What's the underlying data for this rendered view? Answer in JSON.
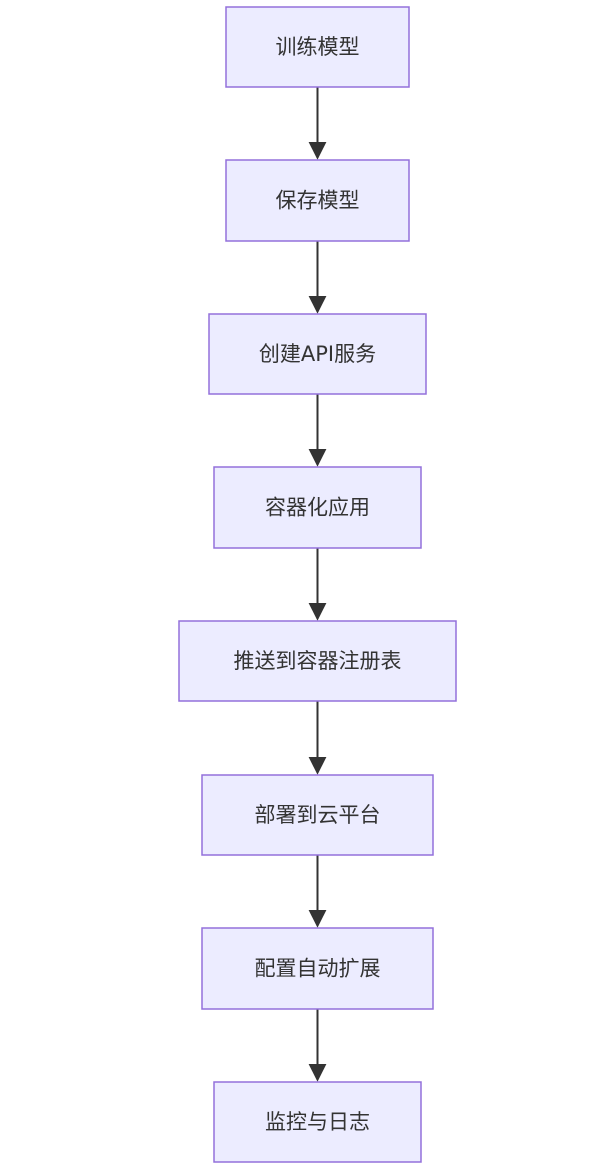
{
  "diagram": {
    "type": "flowchart",
    "direction": "top-to-bottom",
    "colors": {
      "node_fill": "#ececff",
      "node_border": "#9370db",
      "node_text": "#333333",
      "edge": "#333333",
      "background": "#ffffff"
    },
    "nodes": [
      {
        "id": "n1",
        "label": "训练模型"
      },
      {
        "id": "n2",
        "label": "保存模型"
      },
      {
        "id": "n3",
        "label": "创建API服务"
      },
      {
        "id": "n4",
        "label": "容器化应用"
      },
      {
        "id": "n5",
        "label": "推送到容器注册表"
      },
      {
        "id": "n6",
        "label": "部署到云平台"
      },
      {
        "id": "n7",
        "label": "配置自动扩展"
      },
      {
        "id": "n8",
        "label": "监控与日志"
      }
    ],
    "edges": [
      {
        "from": "n1",
        "to": "n2"
      },
      {
        "from": "n2",
        "to": "n3"
      },
      {
        "from": "n3",
        "to": "n4"
      },
      {
        "from": "n4",
        "to": "n5"
      },
      {
        "from": "n5",
        "to": "n6"
      },
      {
        "from": "n6",
        "to": "n7"
      },
      {
        "from": "n7",
        "to": "n8"
      }
    ]
  }
}
